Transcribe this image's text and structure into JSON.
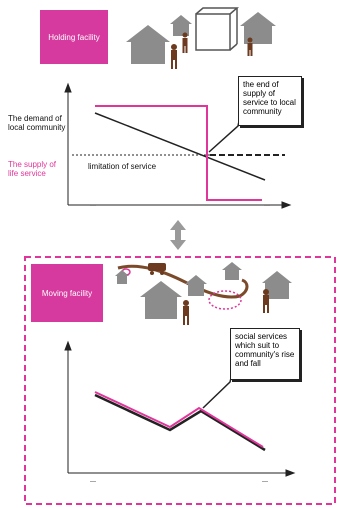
{
  "top": {
    "badge": "Holding facility",
    "demand_label": "The demand of local community",
    "supply_label": "The supply of life service",
    "limit_label": "limitation of service",
    "callout": "the end of supply of service to local community",
    "axis_tick_left": "---",
    "axis_tick_right": "---"
  },
  "bottom": {
    "badge": "Moving facility",
    "callout": "social services which suit to community's rise and fall",
    "axis_tick_left": "---",
    "axis_tick_right": "---"
  },
  "colors": {
    "accent": "#d63a9e",
    "supply": "#e0359a",
    "demand": "#222222",
    "house": "#8c8c8c",
    "person": "#6b3a1f"
  },
  "icons": {
    "house": "house-icon",
    "person": "person-icon",
    "cage": "cage-icon",
    "arrow": "double-arrow-icon",
    "bus": "bus-icon"
  }
}
